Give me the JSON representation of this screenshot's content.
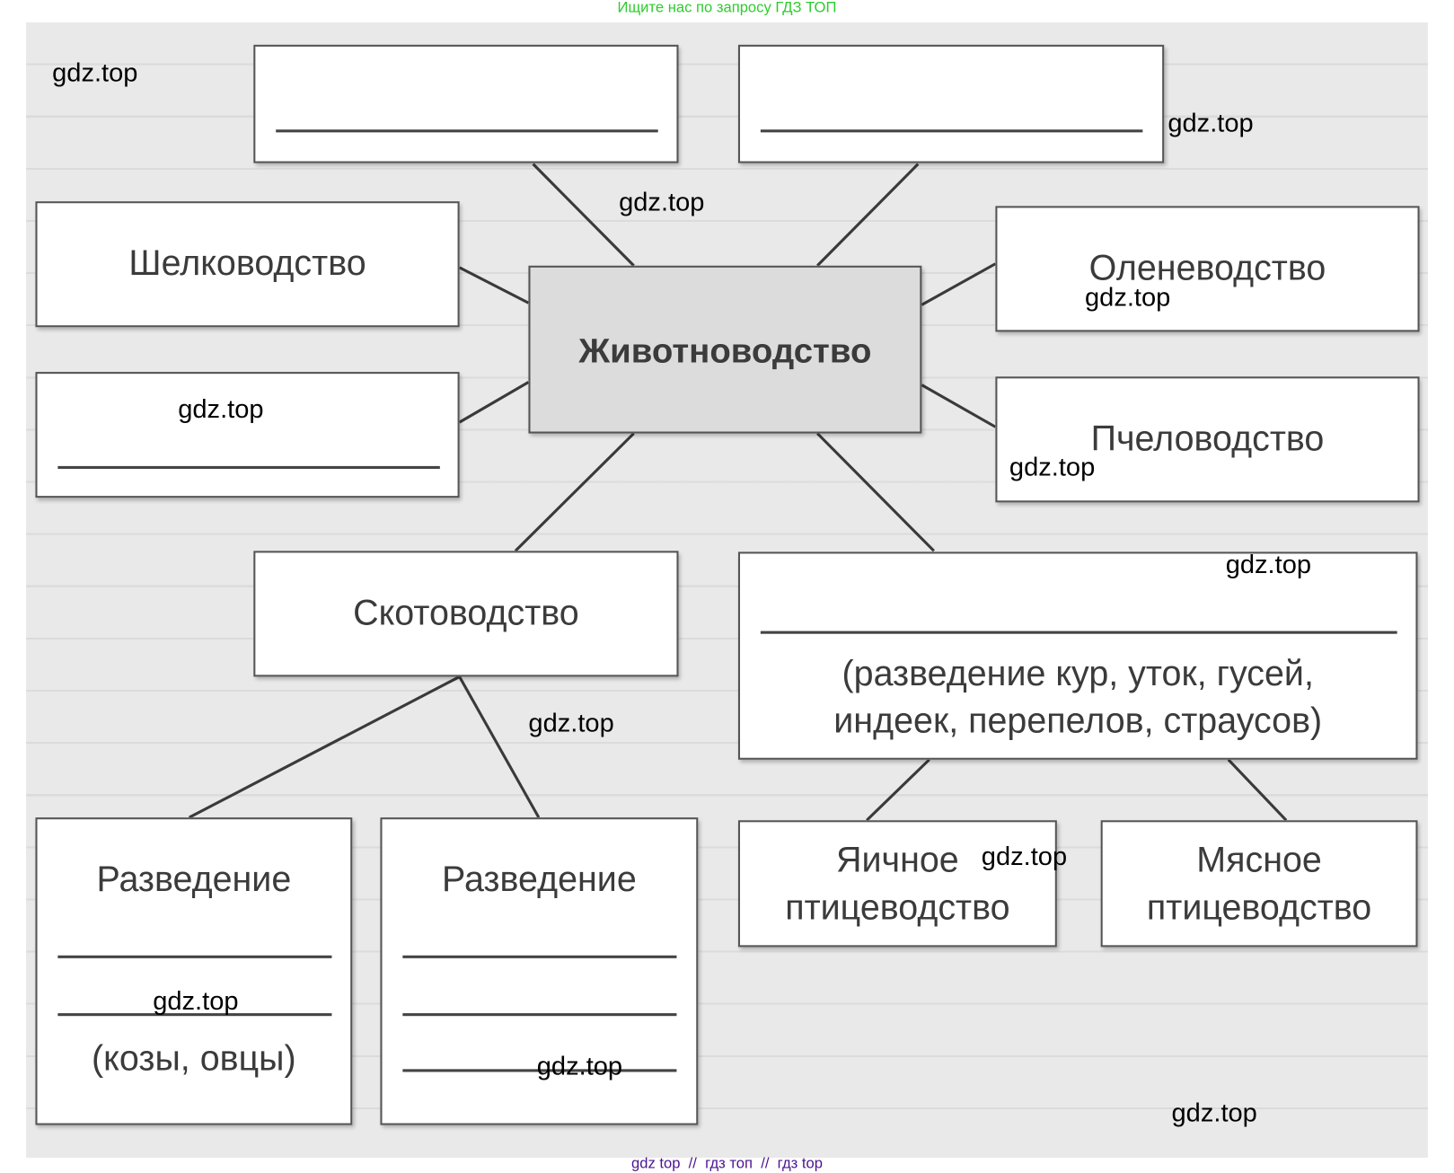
{
  "header": {
    "banner": "Ищите нас по запросу ГДЗ ТОП",
    "footer": "gdz top  //  гдз топ  //  гдз top"
  },
  "diagram": {
    "center": "Животноводство",
    "left_top": "Шелководство",
    "right_top": "Оленеводство",
    "right_bottom": "Пчеловодство",
    "cattle": "Скотоводство",
    "poultry_note_1": "(разведение кур, уток, гусей,",
    "poultry_note_2": "индеек, перепелов, страусов)",
    "breeding_left": "Разведение",
    "breeding_left_note": "(козы, овцы)",
    "breeding_mid": "Разведение",
    "egg_1": "Яичное",
    "egg_2": "птицеводство",
    "meat_1": "Мясное",
    "meat_2": "птицеводство"
  },
  "watermark": "gdz.top",
  "colors": {
    "banner": "#2ecc2e",
    "footer": "#4b1590",
    "box_border": "#555555",
    "center_fill": "#dcdcdc"
  }
}
